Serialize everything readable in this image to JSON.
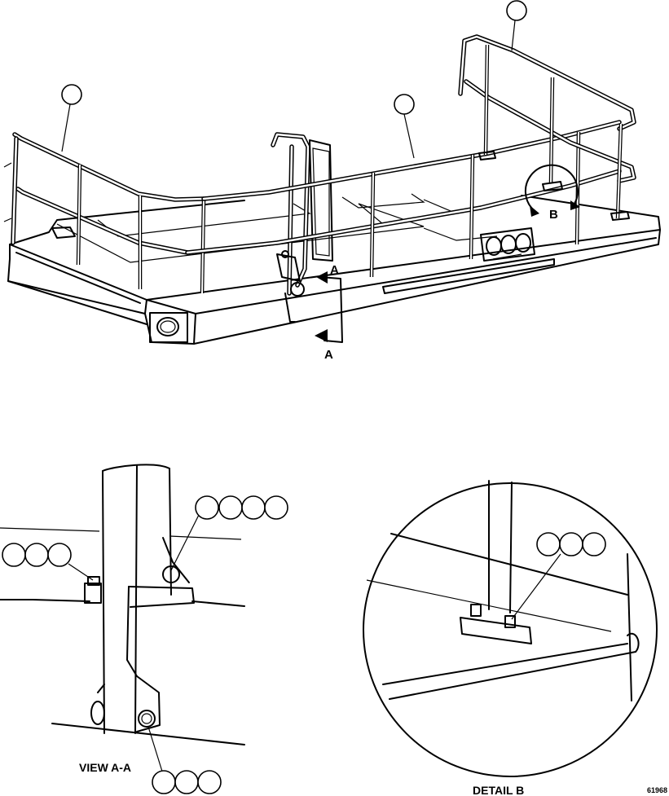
{
  "view_labels": {
    "section_a_top": "A",
    "section_a_bottom": "A",
    "detail_b_marker": "B",
    "view_a_a": "VIEW A-A",
    "detail_b": "DETAIL B"
  },
  "drawing_number": "61968",
  "callout_balloon_count": 16
}
